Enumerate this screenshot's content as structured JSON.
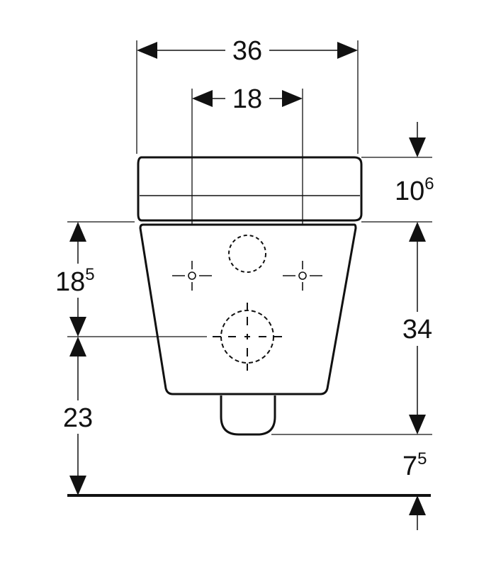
{
  "dimensions": {
    "total_width": {
      "main": "36"
    },
    "fixing_spacing": {
      "main": "18"
    },
    "seat_height": {
      "main": "10",
      "sup": "6"
    },
    "upper_offset": {
      "main": "18",
      "sup": "5"
    },
    "bowl_height": {
      "main": "34"
    },
    "floor_to_outlet": {
      "main": "23"
    },
    "outlet_to_floor": {
      "main": "7",
      "sup": "5"
    }
  },
  "colors": {
    "line": "#111111",
    "background": "#ffffff"
  }
}
